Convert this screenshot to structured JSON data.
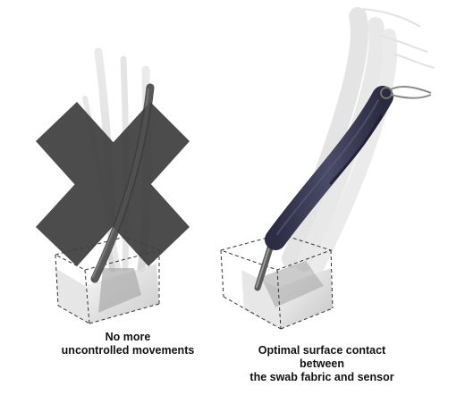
{
  "left_panel": {
    "caption_lines": [
      "No more",
      "uncontrolled movements"
    ]
  },
  "right_panel": {
    "caption_lines": [
      "Optimal surface contact",
      "between",
      "the swab fabric and sensor"
    ]
  },
  "colors": {
    "cross": "#3f3f3f",
    "swab_body": "#35364f",
    "rod": "#5a5a5a",
    "ghost": "#cfcfcf",
    "box_edge": "#333333"
  },
  "icons": {
    "prohibition": "x-cross-icon",
    "swab": "swab-device-icon",
    "container": "sensor-box-icon"
  }
}
